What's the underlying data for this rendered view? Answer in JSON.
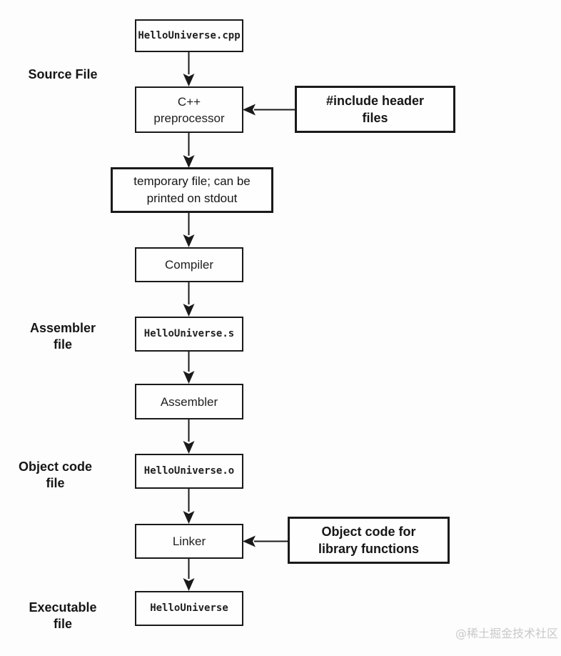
{
  "nodes": {
    "source": {
      "label": "HelloUniverse.cpp"
    },
    "preprocessor": {
      "label": "C++\npreprocessor"
    },
    "include_headers": {
      "label": "#include header\nfiles"
    },
    "temp_file": {
      "label": "temporary file; can be\nprinted on stdout"
    },
    "compiler": {
      "label": "Compiler"
    },
    "assembler_file": {
      "label": "HelloUniverse.s"
    },
    "assembler": {
      "label": "Assembler"
    },
    "object_file": {
      "label": "HelloUniverse.o"
    },
    "linker": {
      "label": "Linker"
    },
    "object_code_lib": {
      "label": "Object code for\nlibrary functions"
    },
    "executable": {
      "label": "HelloUniverse"
    }
  },
  "stage_labels": {
    "source": "Source File",
    "assembler": "Assembler\nfile",
    "object_code": "Object code\nfile",
    "executable": "Executable\nfile"
  },
  "watermark": "@稀土掘金技术社区",
  "colors": {
    "stroke": "#1a1a1a",
    "background": "#fdfdfd",
    "watermark": "#c9c9c9"
  }
}
